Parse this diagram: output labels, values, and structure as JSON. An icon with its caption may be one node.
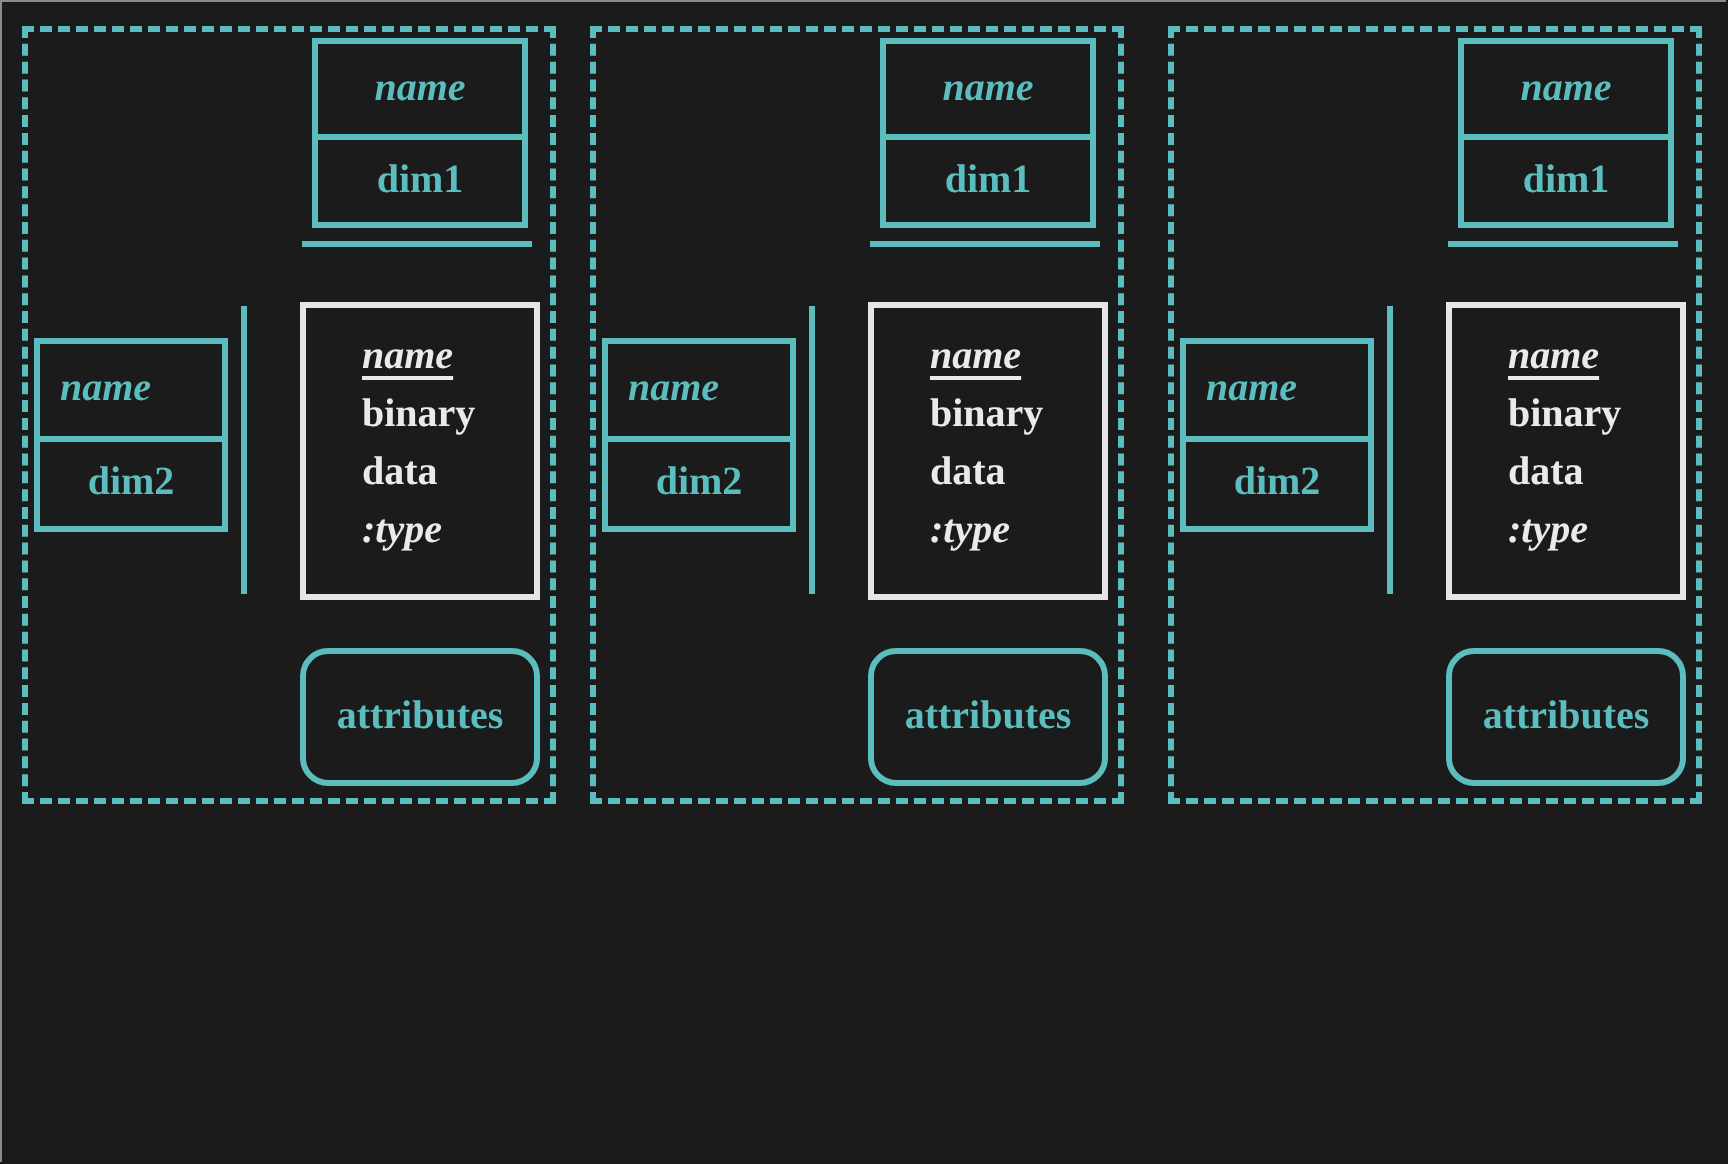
{
  "diagram": {
    "nodes": [
      {
        "text": [],
        "shape": "box"
      },
      {
        "text": [
          "name",
          "dim1"
        ],
        "in": 0
      },
      {
        "text": [
          "name",
          "dim2"
        ],
        "in": 0
      },
      {
        "text": [
          "name",
          "binary data",
          ":type"
        ],
        "in": 0
      },
      {
        "text": [
          "attributes"
        ],
        "in": 0
      },
      {
        "text": [],
        "shape": "box"
      },
      {
        "text": [
          "name",
          "dim1"
        ],
        "in": 5
      },
      {
        "text": [
          "name",
          "dim2"
        ],
        "in": 5
      },
      {
        "text": [
          "name",
          "binary data",
          ":type"
        ],
        "in": 5
      },
      {
        "text": [
          "attributes"
        ],
        "in": 5
      },
      {
        "text": [],
        "shape": "box"
      },
      {
        "text": [
          "name",
          "dim1"
        ],
        "in": 10
      },
      {
        "text": [
          "name",
          "dim2"
        ],
        "in": 10
      },
      {
        "text": [
          "name",
          "binary data",
          ":type"
        ],
        "in": 10
      },
      {
        "text": [
          "attributes"
        ],
        "in": 10
      }
    ]
  }
}
